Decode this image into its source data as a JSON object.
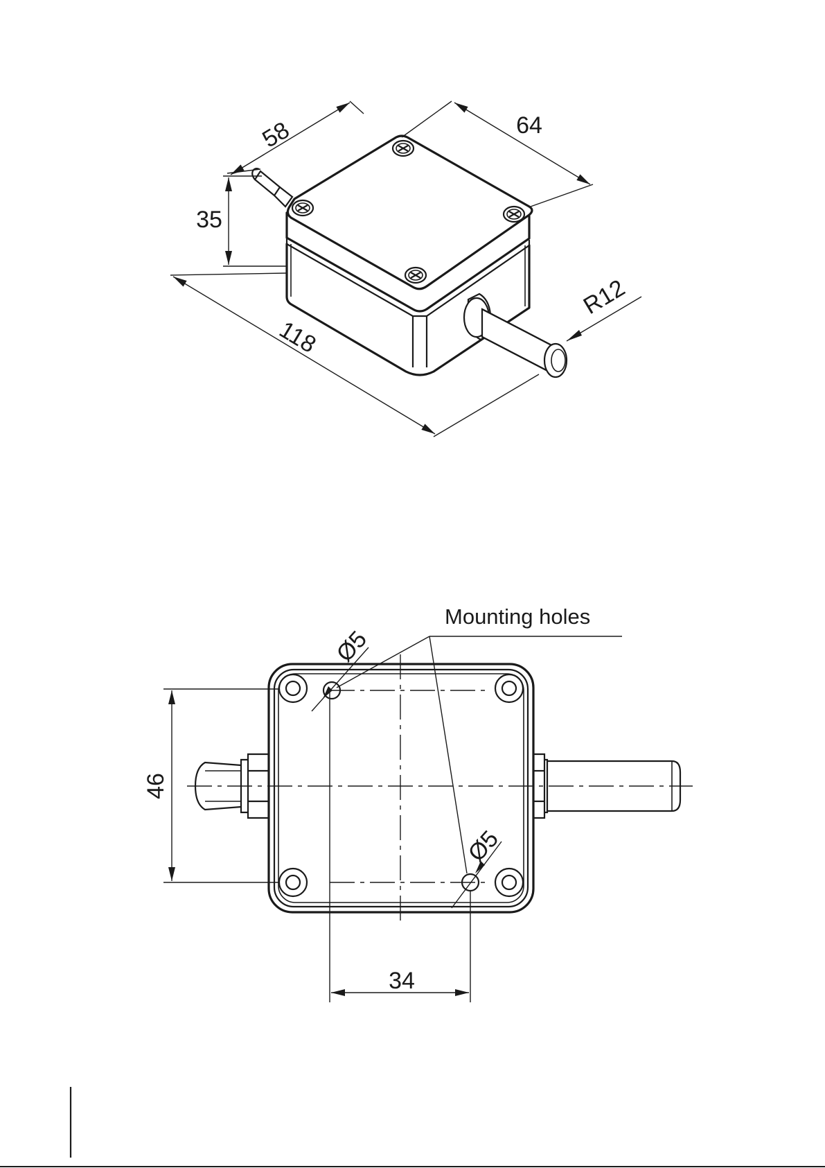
{
  "isometric_view": {
    "dimensions": {
      "width_top": "58",
      "depth_top": "64",
      "height": "35",
      "overall_length": "118",
      "probe_radius": "R12"
    }
  },
  "top_view": {
    "callout": "Mounting holes",
    "dimensions": {
      "hole_diameter_1": "Ø5",
      "hole_diameter_2": "Ø5",
      "hole_spacing_vertical": "46",
      "hole_spacing_horizontal": "34"
    }
  },
  "colors": {
    "line": "#1a1a1a",
    "background": "#ffffff"
  }
}
